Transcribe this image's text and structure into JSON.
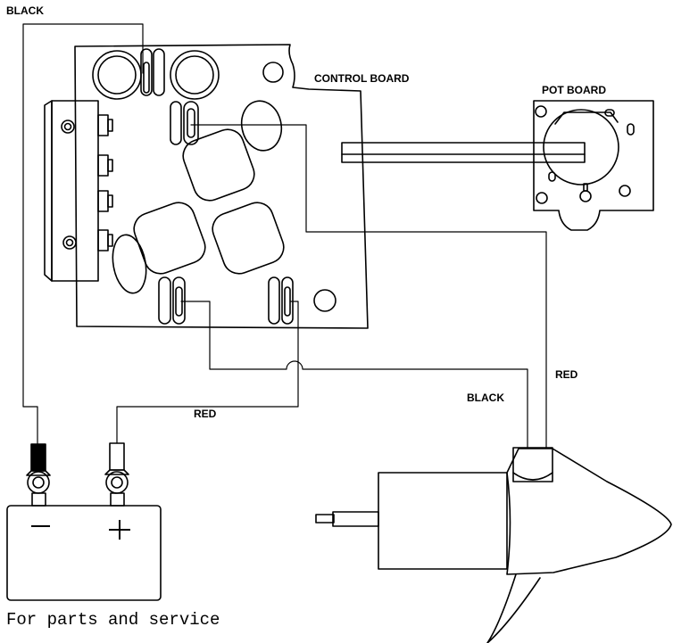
{
  "labels": {
    "black_top": "BLACK",
    "control_board": "CONTROL BOARD",
    "pot_board": "POT BOARD",
    "red_right": "RED",
    "black_motor": "BLACK",
    "red_battery": "RED"
  },
  "battery": {
    "negative_symbol": "−",
    "positive_symbol": "+"
  },
  "footer": {
    "text": "For parts and service"
  }
}
